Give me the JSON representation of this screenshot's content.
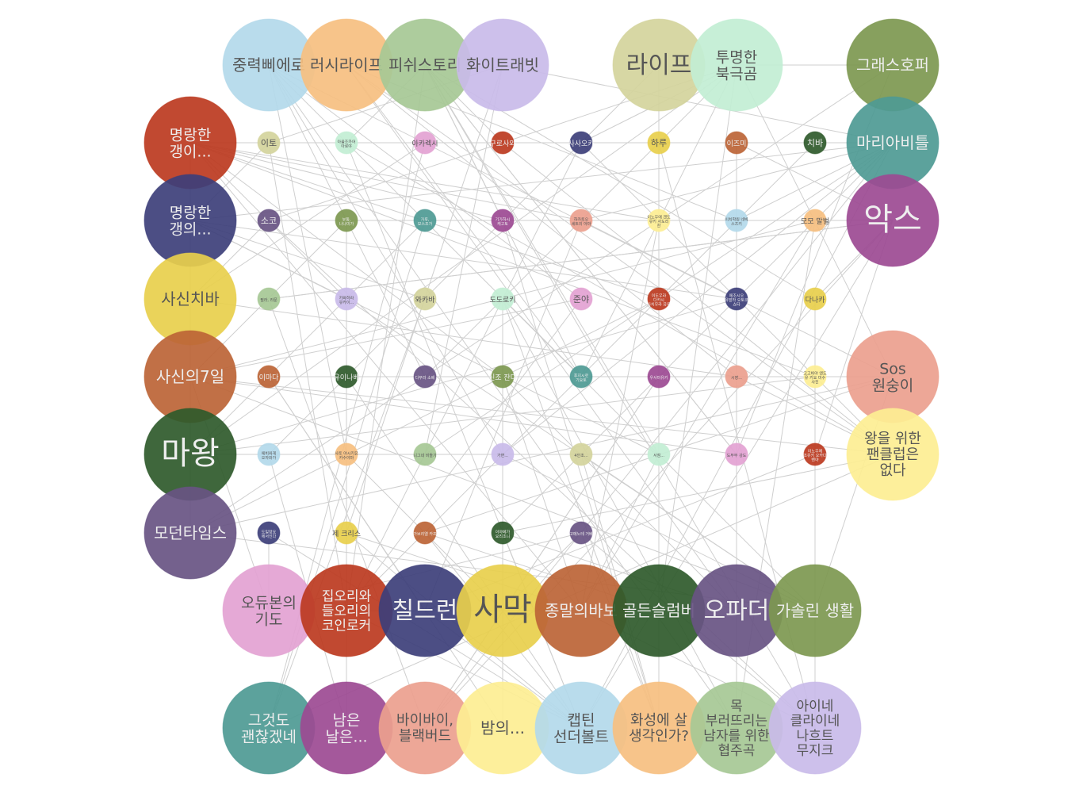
{
  "colors": {
    "edge": "#cfcfcf",
    "palette": {
      "skyblue": "#b3d9ea",
      "orange": "#f6bf80",
      "sage": "#a6c895",
      "lavender": "#c9bbe9",
      "khaki": "#d4d49c",
      "mint": "#c2eed4",
      "olive": "#7d9850",
      "red": "#bc3a1f",
      "navy": "#3d3f7a",
      "yellow": "#e8cf4c",
      "copper": "#bc6436",
      "forest": "#2f5a2b",
      "purple": "#685483",
      "teal": "#4e9a94",
      "magenta": "#9c4a92",
      "salmon": "#eba08e",
      "lightyellow": "#fdee93",
      "pink": "#e3a2d2"
    }
  },
  "graph": {
    "top_row": [
      {
        "label": "중력삐에로",
        "color": "skyblue"
      },
      {
        "label": "러시라이프",
        "color": "orange"
      },
      {
        "label": "피쉬스토리",
        "color": "sage"
      },
      {
        "label": "화이트래빗",
        "color": "lavender"
      },
      {
        "label": "라이프",
        "color": "khaki"
      },
      {
        "label": "투명한 북극곰",
        "color": "mint"
      },
      {
        "label": "그래스호퍼",
        "color": "olive"
      }
    ],
    "left_column": [
      {
        "label": "명랑한 갱이...",
        "color": "red"
      },
      {
        "label": "명랑한 갱의...",
        "color": "navy"
      },
      {
        "label": "사신치바",
        "color": "yellow"
      },
      {
        "label": "사신의7일",
        "color": "copper"
      },
      {
        "label": "마왕",
        "color": "forest"
      },
      {
        "label": "모던타임스",
        "color": "purple"
      }
    ],
    "right_column": [
      {
        "label": "마리아비틀",
        "color": "teal"
      },
      {
        "label": "악스",
        "color": "magenta"
      },
      {
        "label": "Sos 원숭이",
        "color": "salmon"
      },
      {
        "label": "왕을 위한 팬클럽은 없다",
        "color": "lightyellow"
      }
    ],
    "bottom_row_1": [
      {
        "label": "오듀본의 기도",
        "color": "pink"
      },
      {
        "label": "집오리와 들오리의 코인로커",
        "color": "red"
      },
      {
        "label": "칠드런",
        "color": "navy"
      },
      {
        "label": "사막",
        "color": "yellow"
      },
      {
        "label": "종말의바보",
        "color": "copper"
      },
      {
        "label": "골든슬럼버",
        "color": "forest"
      },
      {
        "label": "오파더",
        "color": "purple"
      },
      {
        "label": "가솔린 생활",
        "color": "olive"
      }
    ],
    "bottom_row_2": [
      {
        "label": "그것도 괜찮겠네",
        "color": "teal"
      },
      {
        "label": "남은 날은...",
        "color": "magenta"
      },
      {
        "label": "바이바이, 블랙버드",
        "color": "salmon"
      },
      {
        "label": "밤의...",
        "color": "lightyellow"
      },
      {
        "label": "캡틴 선더볼트",
        "color": "skyblue"
      },
      {
        "label": "화성에 살 생각인가?",
        "color": "orange"
      },
      {
        "label": "목 부러뜨리는 남자를 위한 협주곡",
        "color": "sage"
      },
      {
        "label": "아이네 클라이네 나흐트 무지크",
        "color": "lavender"
      }
    ],
    "small_rows": [
      [
        {
          "label": "이토",
          "color": "khaki"
        },
        {
          "label": "아울조카어 아로야",
          "color": "mint"
        },
        {
          "label": "아카렉시",
          "color": "pink"
        },
        {
          "label": "구로사와",
          "color": "red"
        },
        {
          "label": "사사오카",
          "color": "navy"
        },
        {
          "label": "하루",
          "color": "yellow"
        },
        {
          "label": "이즈미",
          "color": "copper"
        },
        {
          "label": "치바",
          "color": "forest"
        }
      ],
      [
        {
          "label": "소코",
          "color": "purple"
        },
        {
          "label": "부동, 나나미가",
          "color": "olive"
        },
        {
          "label": "가루, 모스조가",
          "color": "teal"
        },
        {
          "label": "기가하시 캐고토",
          "color": "magenta"
        },
        {
          "label": "하카토오 세트의 아마",
          "color": "salmon"
        },
        {
          "label": "이노우에 겐도 유키 사도리 한",
          "color": "lightyellow"
        },
        {
          "label": "이치학원 네빅 스즈키",
          "color": "skyblue"
        },
        {
          "label": "모모 말벌",
          "color": "orange"
        }
      ],
      [
        {
          "label": "필라, 라문",
          "color": "sage"
        },
        {
          "label": "카와하라 유카이...",
          "color": "lavender"
        },
        {
          "label": "와카바",
          "color": "khaki"
        },
        {
          "label": "도도로키",
          "color": "mint"
        },
        {
          "label": "준야",
          "color": "pink"
        },
        {
          "label": "이도우라 다카시 사치우라 유루",
          "color": "red"
        },
        {
          "label": "에조시오 유발라 오토코 쇼타",
          "color": "navy"
        },
        {
          "label": "다나카",
          "color": "yellow"
        }
      ],
      [
        {
          "label": "이마다",
          "color": "copper"
        },
        {
          "label": "유이나베",
          "color": "forest"
        },
        {
          "label": "다무라 소베",
          "color": "purple"
        },
        {
          "label": "신조 잔다",
          "color": "olive"
        },
        {
          "label": "후지시로 기요토",
          "color": "teal"
        },
        {
          "label": "우사미유키",
          "color": "magenta"
        },
        {
          "label": "시장...",
          "color": "salmon"
        },
        {
          "label": "고고바야 엔도 유 키요 미수 사진",
          "color": "lightyellow"
        }
      ],
      [
        {
          "label": "에비와게 오자와가",
          "color": "skyblue"
        },
        {
          "label": "사토 야시키유 카수야마",
          "color": "orange"
        },
        {
          "label": "니그네 비들기",
          "color": "sage"
        },
        {
          "label": "가면...",
          "color": "lavender"
        },
        {
          "label": "4인조...",
          "color": "khaki"
        },
        {
          "label": "서점...",
          "color": "mint"
        },
        {
          "label": "도부부 강도",
          "color": "pink"
        },
        {
          "label": "이노우에 조유키 오카다 벤야",
          "color": "red"
        }
      ],
      [
        {
          "label": "도밀망요 에서인다",
          "color": "navy"
        },
        {
          "label": "제 크리스",
          "color": "yellow"
        },
        {
          "label": "가브리엘 카프",
          "color": "copper"
        },
        {
          "label": "이야베가 요리조니",
          "color": "forest"
        },
        {
          "label": "고메노테 거베",
          "color": "purple"
        }
      ]
    ]
  }
}
